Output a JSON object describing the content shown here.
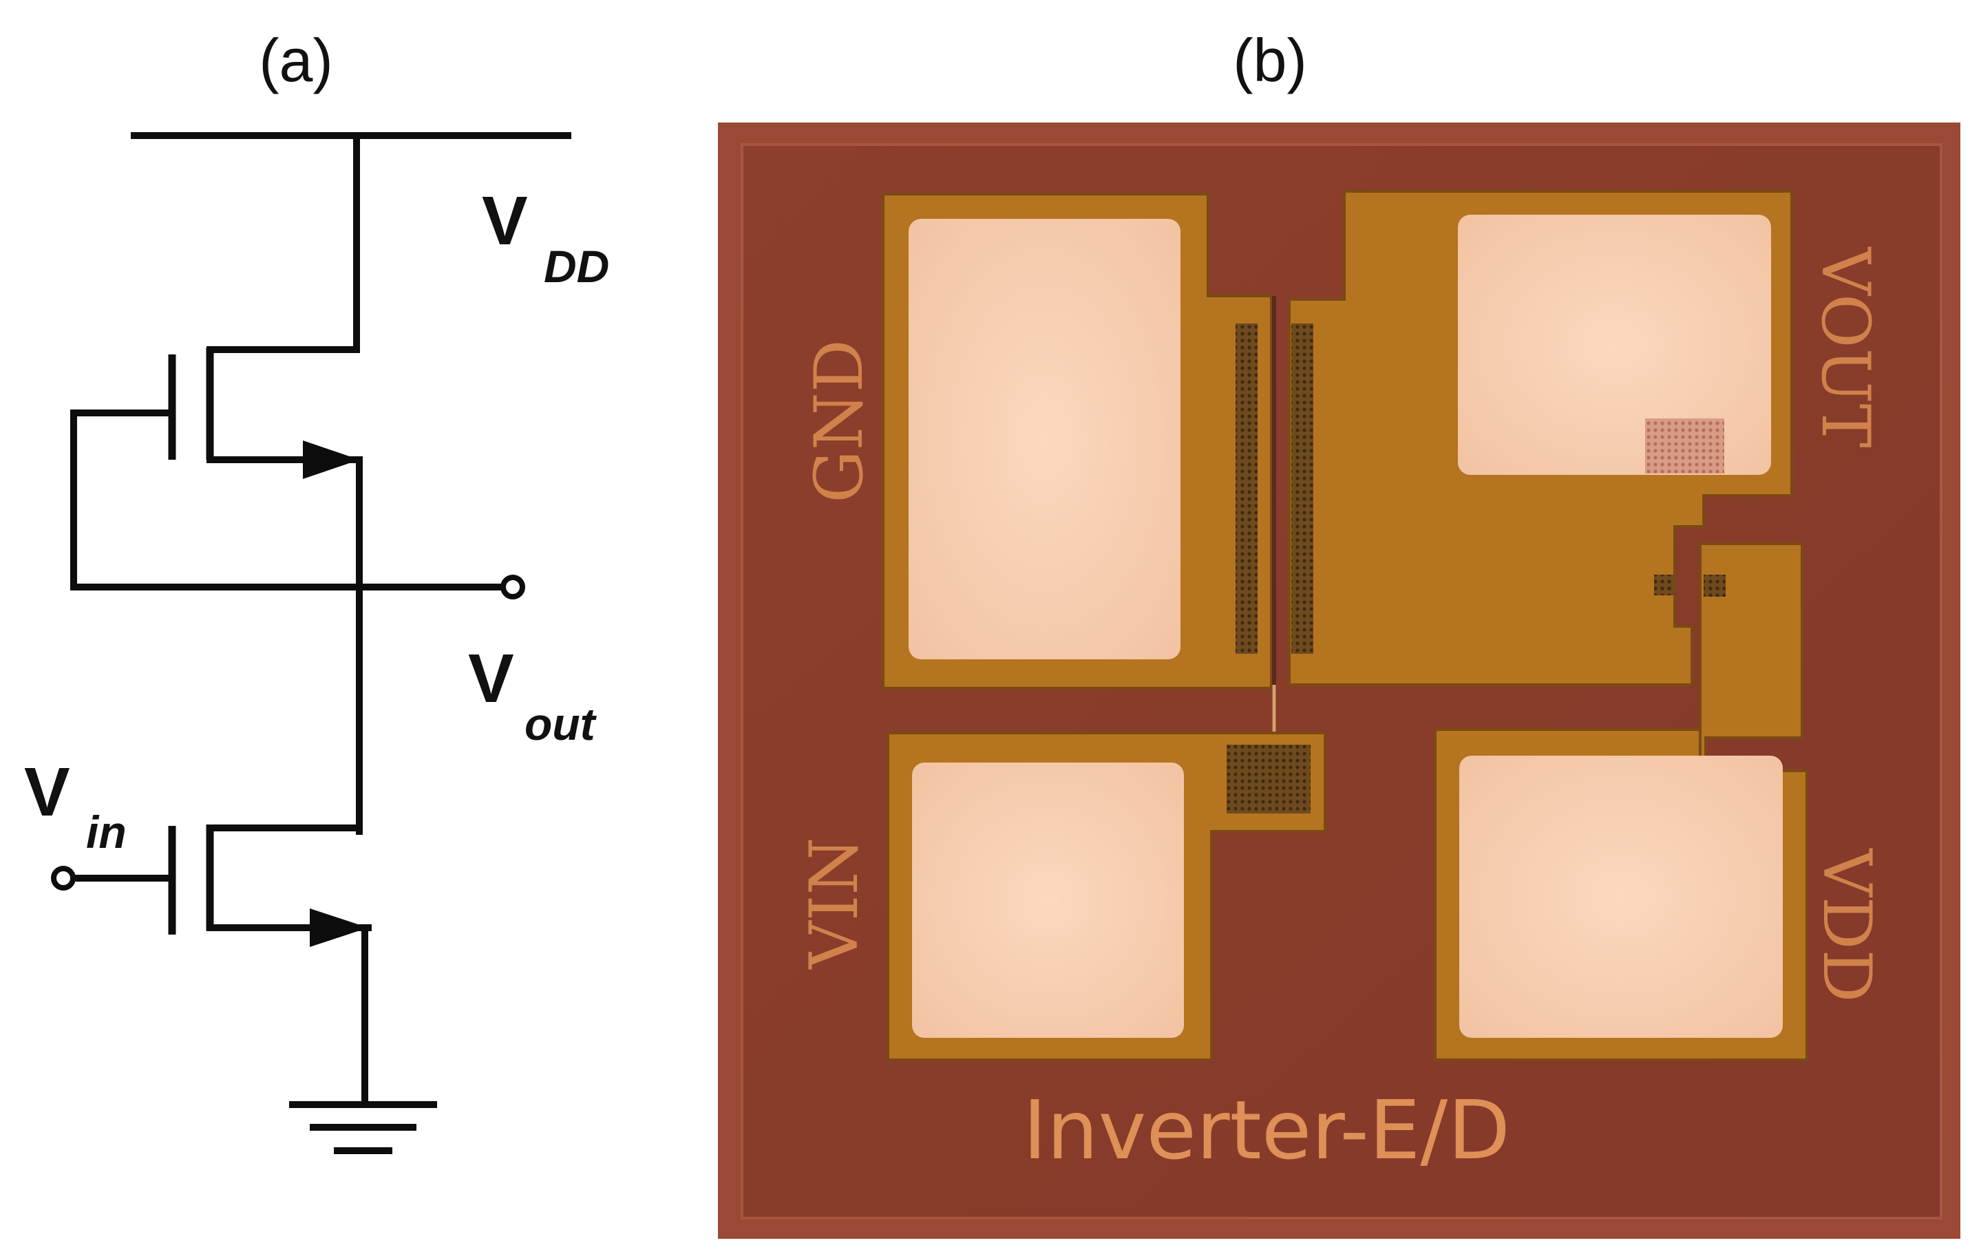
{
  "figure": {
    "panel_a": {
      "label": "(a)",
      "nodes": {
        "vdd": {
          "main": "V",
          "sub": "DD"
        },
        "vout": {
          "main": "V",
          "sub": "out"
        },
        "vin": {
          "main": "V",
          "sub": "in"
        }
      }
    },
    "panel_b": {
      "label": "(b)",
      "pads": {
        "gnd": "GND",
        "vout": "VOUT",
        "vin": "VIN",
        "vdd": "VDD"
      },
      "title": "Inverter-E/D"
    }
  },
  "colors": {
    "chip_background": "#8a3f2c",
    "chip_border": "#a24f38",
    "metal_frame": "#b5741f",
    "pad_fill": "#f6cdb0",
    "text_orange": "#e89a5c",
    "ink": "#0d0d0d"
  },
  "icons": {
    "transistors": "nmos-transistor-icon",
    "ground": "ground-icon",
    "terminal": "open-terminal-icon"
  }
}
